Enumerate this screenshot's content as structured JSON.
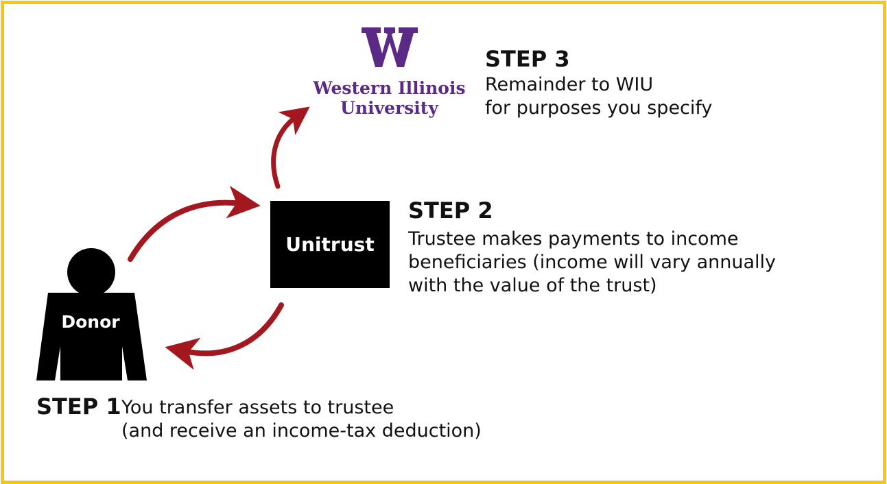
{
  "colors": {
    "border": "#f2c811",
    "arrow": "#a3181e",
    "brand_purple": "#5b2a86",
    "box": "#000000",
    "text": "#111111"
  },
  "logo": {
    "letter": "W",
    "name_line1": "Western Illinois",
    "name_line2": "University"
  },
  "step3": {
    "title": "STEP 3",
    "line1": "Remainder to WIU",
    "line2": "for purposes you specify"
  },
  "step2": {
    "title": "STEP 2",
    "line1": "Trustee makes payments to income",
    "line2": "beneficiaries (income will vary annually",
    "line3": "with the value of the trust)"
  },
  "step1": {
    "title": "STEP 1",
    "line1": "You transfer assets to trustee",
    "line2": "(and receive an income-tax deduction)"
  },
  "nodes": {
    "unitrust": "Unitrust",
    "donor": "Donor"
  }
}
